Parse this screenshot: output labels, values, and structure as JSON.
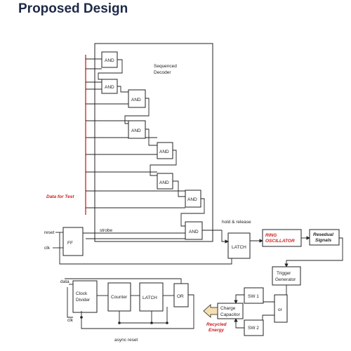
{
  "title": "Proposed Design",
  "colors": {
    "title": "#1e2a47",
    "accent_red": "#cc1f1f",
    "arrow_fill": "#f3dfb0",
    "line": "#222222"
  },
  "labels": {
    "decoder": [
      "Sequenced",
      "Decoder"
    ],
    "and_gate": "AND",
    "data_for_test": "Data for Test",
    "reset": "reset",
    "clk": "clk",
    "ff": "FF",
    "strobe": "strobe",
    "hold_release": "hold & release",
    "latch": "LATCH",
    "ring_osc": [
      "RING",
      "OSCILLATOR"
    ],
    "residual": [
      "Resedual",
      "Signals"
    ],
    "trigger": [
      "Trigger",
      "Generator"
    ],
    "or_gate": "or",
    "or_caps": "OR",
    "sw1": "SW 1",
    "sw2": "SW 2",
    "charge_cap": [
      "Charge",
      "Capacitor"
    ],
    "recycled": [
      "Recycled",
      "Energy"
    ],
    "data": "data",
    "clk2": "clk",
    "clock_divider": [
      "Clock",
      "Divider"
    ],
    "counter": "Counter",
    "latch2": "LATCH",
    "async_reset": "async reset"
  }
}
